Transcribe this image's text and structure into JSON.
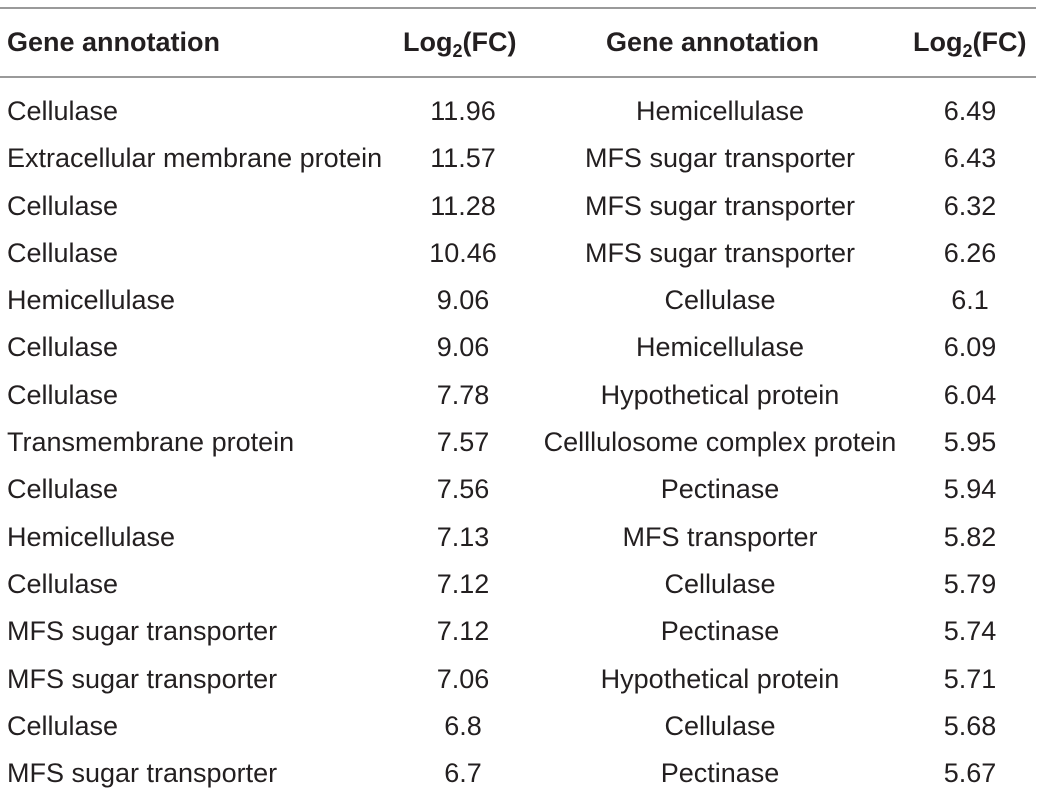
{
  "table": {
    "headers": {
      "col1": "Gene annotation",
      "col2_main": "Log",
      "col2_sub": "2",
      "col2_tail": "(FC)",
      "col3": "Gene annotation",
      "col4_main": "Log",
      "col4_sub": "2",
      "col4_tail": "(FC)"
    },
    "rows": [
      {
        "a1": "Cellulase",
        "v1": "11.96",
        "a2": "Hemicellulase",
        "v2": "6.49"
      },
      {
        "a1": "Extracellular membrane protein",
        "v1": "11.57",
        "a2": "MFS sugar transporter",
        "v2": "6.43"
      },
      {
        "a1": "Cellulase",
        "v1": "11.28",
        "a2": "MFS sugar transporter",
        "v2": "6.32"
      },
      {
        "a1": "Cellulase",
        "v1": "10.46",
        "a2": "MFS sugar transporter",
        "v2": "6.26"
      },
      {
        "a1": "Hemicellulase",
        "v1": "9.06",
        "a2": "Cellulase",
        "v2": "6.1"
      },
      {
        "a1": "Cellulase",
        "v1": "9.06",
        "a2": "Hemicellulase",
        "v2": "6.09"
      },
      {
        "a1": "Cellulase",
        "v1": "7.78",
        "a2": "Hypothetical protein",
        "v2": "6.04"
      },
      {
        "a1": "Transmembrane protein",
        "v1": "7.57",
        "a2": "Celllulosome complex protein",
        "v2": "5.95"
      },
      {
        "a1": "Cellulase",
        "v1": "7.56",
        "a2": "Pectinase",
        "v2": "5.94"
      },
      {
        "a1": "Hemicellulase",
        "v1": "7.13",
        "a2": "MFS transporter",
        "v2": "5.82"
      },
      {
        "a1": "Cellulase",
        "v1": "7.12",
        "a2": "Cellulase",
        "v2": "5.79"
      },
      {
        "a1": "MFS sugar transporter",
        "v1": "7.12",
        "a2": "Pectinase",
        "v2": "5.74"
      },
      {
        "a1": "MFS sugar transporter",
        "v1": "7.06",
        "a2": "Hypothetical protein",
        "v2": "5.71"
      },
      {
        "a1": "Cellulase",
        "v1": "6.8",
        "a2": "Cellulase",
        "v2": "5.68"
      },
      {
        "a1": "MFS sugar transporter",
        "v1": "6.7",
        "a2": "Pectinase",
        "v2": "5.67"
      }
    ]
  }
}
